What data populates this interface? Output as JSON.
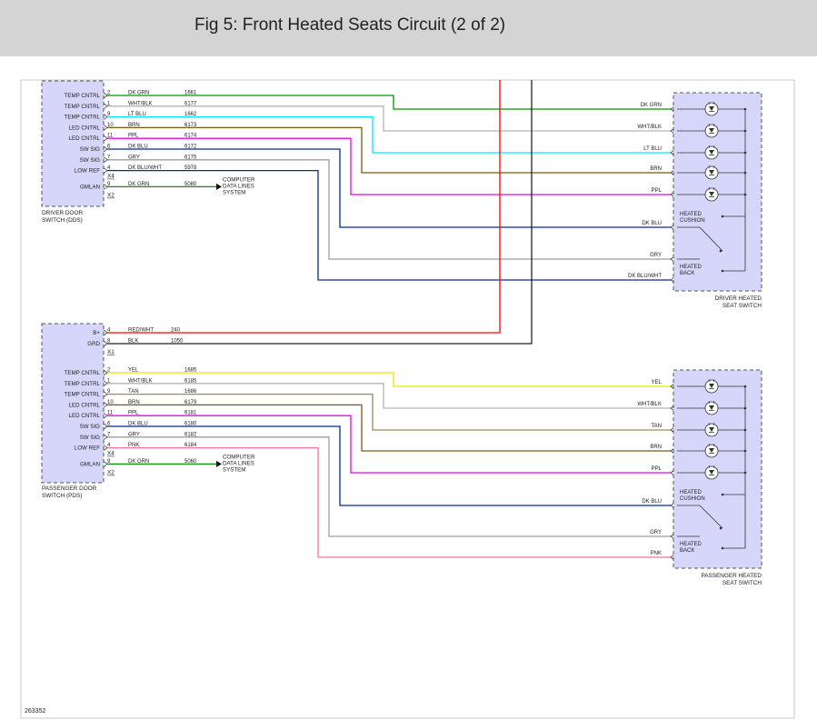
{
  "header": {
    "title": "Fig 5: Front Heated Seats Circuit (2 of 2)"
  },
  "figure_id": "263352",
  "power": {
    "wires": [
      {
        "pin": "4",
        "color": "RED/WHT",
        "circuit": "240",
        "stroke": "#ff0000"
      },
      {
        "pin": "8",
        "color": "BLK",
        "circuit": "1050",
        "stroke": "#222222"
      }
    ]
  },
  "driver": {
    "door_switch": {
      "name_lines": [
        "DRIVER DOOR",
        "SWITCH (DDS)"
      ],
      "power_labels": [
        "B+",
        "GRD"
      ],
      "power_connector": "X1",
      "labels": [
        "TEMP CNTRL",
        "TEMP CNTRL",
        "TEMP CNTRL",
        "LED CNTRL",
        "LED CNTRL",
        "SW SIG",
        "SW SIG",
        "LOW REF"
      ],
      "connector": "X4",
      "gmlan": {
        "label": "GMLAN",
        "pin": "9",
        "color": "DK GRN",
        "circuit": "5080",
        "connector": "X2",
        "dest": [
          "COMPUTER",
          "DATA LINES",
          "SYSTEM"
        ],
        "stroke": "#009900"
      }
    },
    "seat_switch": {
      "name_lines": [
        "DRIVER HEATED",
        "SEAT SWITCH"
      ],
      "cushion_lines": [
        "HEATED",
        "CUSHION"
      ],
      "back_lines": [
        "HEATED",
        "BACK"
      ]
    },
    "wires": [
      {
        "pin": "2",
        "color": "DK GRN",
        "circuit": "1661",
        "stroke": "#009900",
        "dest": "DK GRN"
      },
      {
        "pin": "1",
        "color": "WHT/BLK",
        "circuit": "6177",
        "stroke": "#b5b5b5",
        "dest": "WHT/BLK"
      },
      {
        "pin": "9",
        "color": "LT BLU",
        "circuit": "1662",
        "stroke": "#00e5ff",
        "dest": "LT BLU"
      },
      {
        "pin": "10",
        "color": "BRN",
        "circuit": "6173",
        "stroke": "#7a5a10",
        "dest": "BRN"
      },
      {
        "pin": "11",
        "color": "PPL",
        "circuit": "6174",
        "stroke": "#ee00ee",
        "dest": "PPL"
      },
      {
        "pin": "6",
        "color": "DK BLU",
        "circuit": "6172",
        "stroke": "#002b9e",
        "dest": "DK BLU"
      },
      {
        "pin": "7",
        "color": "GRY",
        "circuit": "6175",
        "stroke": "#9e9e9e",
        "dest": "GRY"
      },
      {
        "pin": "4",
        "color": "DK BLU/WHT",
        "circuit": "5978",
        "stroke": "#0d2b8a",
        "dest": "DK BLU/WHT"
      }
    ]
  },
  "passenger": {
    "door_switch": {
      "name_lines": [
        "PASSENGER DOOR",
        "SWITCH (PDS)"
      ],
      "labels": [
        "TEMP CNTRL",
        "TEMP CNTRL",
        "TEMP CNTRL",
        "LED CNTRL",
        "LED CNTRL",
        "SW SIG",
        "SW SIG",
        "LOW REF"
      ],
      "connector": "X4",
      "gmlan": {
        "label": "GMLAN",
        "pin": "9",
        "color": "DK GRN",
        "circuit": "5060",
        "connector": "X2",
        "dest": [
          "COMPUTER",
          "DATA LINES",
          "SYSTEM"
        ],
        "stroke": "#009900"
      }
    },
    "seat_switch": {
      "name_lines": [
        "PASSENGER HEATED",
        "SEAT SWITCH"
      ],
      "cushion_lines": [
        "HEATED",
        "CUSHION"
      ],
      "back_lines": [
        "HEATED",
        "BACK"
      ]
    },
    "wires": [
      {
        "pin": "2",
        "color": "YEL",
        "circuit": "1685",
        "stroke": "#e8e800",
        "dest": "YEL"
      },
      {
        "pin": "1",
        "color": "WHT/BLK",
        "circuit": "6185",
        "stroke": "#b5b5b5",
        "dest": "WHT/BLK"
      },
      {
        "pin": "9",
        "color": "TAN",
        "circuit": "1686",
        "stroke": "#a08a5a",
        "dest": "TAN"
      },
      {
        "pin": "10",
        "color": "BRN",
        "circuit": "6179",
        "stroke": "#7a5a10",
        "dest": "BRN"
      },
      {
        "pin": "11",
        "color": "PPL",
        "circuit": "6181",
        "stroke": "#ee00ee",
        "dest": "PPL"
      },
      {
        "pin": "6",
        "color": "DK BLU",
        "circuit": "6180",
        "stroke": "#002b9e",
        "dest": "DK BLU"
      },
      {
        "pin": "7",
        "color": "GRY",
        "circuit": "6182",
        "stroke": "#9e9e9e",
        "dest": "GRY"
      },
      {
        "pin": "4",
        "color": "PNK",
        "circuit": "6184",
        "stroke": "#ff6fa0",
        "dest": "PNK"
      }
    ]
  }
}
